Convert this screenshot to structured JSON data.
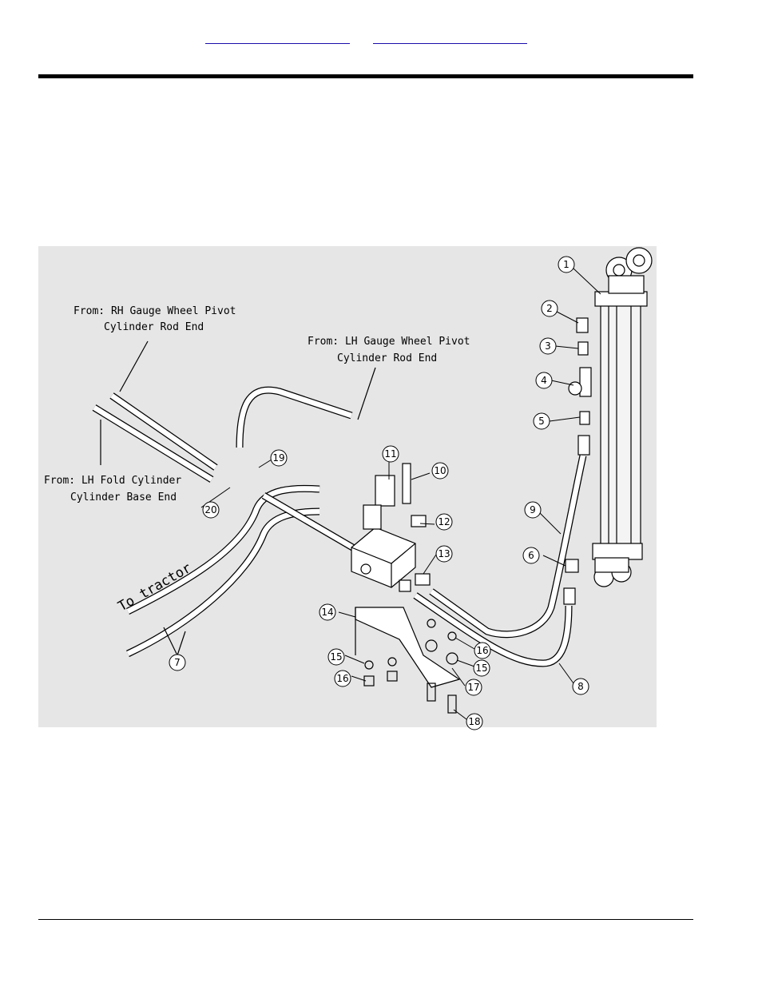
{
  "header": {
    "link_left": "",
    "link_right": ""
  },
  "diagram": {
    "callouts": {
      "rh_gauge_line1": "From: RH Gauge Wheel Pivot",
      "rh_gauge_line2": "Cylinder Rod End",
      "lh_gauge_line1": "From: LH Gauge Wheel Pivot",
      "lh_gauge_line2": "Cylinder Rod End",
      "lh_fold_line1": "From: LH Fold Cylinder",
      "lh_fold_line2": "Cylinder Base End",
      "to_tractor": "To tractor"
    },
    "parts": [
      "1",
      "2",
      "3",
      "4",
      "5",
      "6",
      "7",
      "8",
      "9",
      "10",
      "11",
      "12",
      "13",
      "14",
      "15",
      "16",
      "17",
      "18",
      "19",
      "20"
    ],
    "parts_extra": [
      "15",
      "16"
    ]
  }
}
